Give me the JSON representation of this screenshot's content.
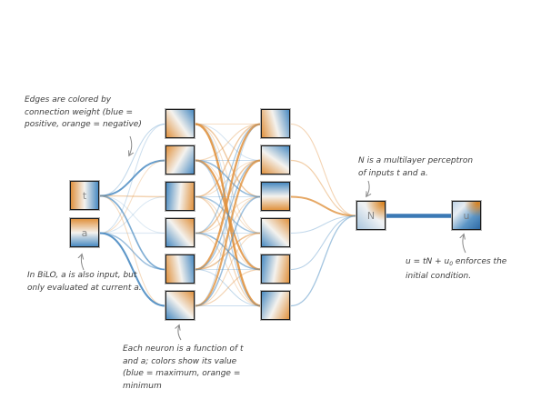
{
  "figure": {
    "description": "Neural network diagram: inputs t and a feed two hidden layers of six neurons, output N, and final u node"
  },
  "colors": {
    "positive": "#4a8bc2",
    "negative": "#e0923f",
    "connector": "#3b79b5",
    "neutral_mid": "#f4f2ee",
    "annotation_text": "#3d3d3d",
    "arrow": "#888888"
  },
  "annotations": {
    "edges_note": {
      "lines": [
        "Edges are colored by",
        "connection weight (blue =",
        "positive, orange = negative)"
      ]
    },
    "bilo_note": {
      "lines": [
        "In BiLO, a is also input, but",
        "only evaluated at current a."
      ]
    },
    "neuron_note": {
      "lines": [
        "Each neuron is a function of t",
        "and a; colors show its value",
        "(blue = maximum, orange =",
        "minimum"
      ]
    },
    "mlp_note": {
      "lines": [
        "N is a multilayer perceptron",
        "of inputs t and a."
      ]
    },
    "ic_note": {
      "line1_pre": "u = tN + u",
      "line1_sub": "0",
      "line1_post": " enforces the",
      "line2": "initial condition."
    }
  },
  "nodes": {
    "inputs": [
      {
        "id": "t",
        "label": "t",
        "gradient": {
          "angle": 90,
          "from": "negative",
          "to": "positive"
        }
      },
      {
        "id": "a",
        "label": "a",
        "gradient": {
          "angle": 180,
          "from": "negative",
          "to": "positive"
        }
      }
    ],
    "hidden1": [
      {
        "id": "h1-0",
        "gradient": {
          "angle": 55,
          "from": "negative",
          "to": "positive"
        }
      },
      {
        "id": "h1-1",
        "gradient": {
          "angle": 120,
          "from": "negative",
          "to": "positive"
        }
      },
      {
        "id": "h1-2",
        "gradient": {
          "angle": 95,
          "from": "positive",
          "to": "negative"
        }
      },
      {
        "id": "h1-3",
        "gradient": {
          "angle": 50,
          "from": "positive",
          "to": "negative"
        }
      },
      {
        "id": "h1-4",
        "gradient": {
          "angle": 80,
          "from": "negative",
          "to": "positive"
        }
      },
      {
        "id": "h1-5",
        "gradient": {
          "angle": 45,
          "from": "positive",
          "to": "negative"
        }
      }
    ],
    "hidden2": [
      {
        "id": "h2-0",
        "gradient": {
          "angle": 75,
          "from": "negative",
          "to": "positive"
        }
      },
      {
        "id": "h2-1",
        "gradient": {
          "angle": 215,
          "from": "positive",
          "to": "negative"
        }
      },
      {
        "id": "h2-2",
        "gradient": {
          "angle": 180,
          "from": "positive",
          "to": "negative"
        }
      },
      {
        "id": "h2-3",
        "gradient": {
          "angle": 45,
          "from": "positive",
          "to": "negative"
        }
      },
      {
        "id": "h2-4",
        "gradient": {
          "angle": 100,
          "from": "positive",
          "to": "negative"
        }
      },
      {
        "id": "h2-5",
        "gradient": {
          "angle": 115,
          "from": "positive",
          "to": "negative"
        }
      }
    ],
    "output": {
      "id": "N",
      "label": "N",
      "special": "node-N-fill"
    },
    "final": {
      "id": "u",
      "label": "u",
      "special": "node-u-fill"
    }
  },
  "edges": [
    [
      "t",
      "h1-0",
      "b",
      0.35,
      1.0
    ],
    [
      "t",
      "h1-1",
      "b",
      0.85,
      2.0
    ],
    [
      "t",
      "h1-2",
      "o",
      0.4,
      1.4
    ],
    [
      "t",
      "h1-3",
      "b",
      0.18,
      1.0
    ],
    [
      "t",
      "h1-4",
      "b",
      0.7,
      1.7
    ],
    [
      "t",
      "h1-5",
      "o",
      0.35,
      1.0
    ],
    [
      "a",
      "h1-0",
      "b",
      0.28,
      1.0
    ],
    [
      "a",
      "h1-1",
      "o",
      0.3,
      1.0
    ],
    [
      "a",
      "h1-2",
      "b",
      0.22,
      1.0
    ],
    [
      "a",
      "h1-3",
      "b",
      0.18,
      1.2
    ],
    [
      "a",
      "h1-4",
      "b",
      0.55,
      1.5
    ],
    [
      "a",
      "h1-5",
      "b",
      0.9,
      2.1
    ],
    [
      "h1-0",
      "h2-0",
      "o",
      0.3,
      1.0
    ],
    [
      "h1-0",
      "h2-1",
      "b",
      0.25,
      1.0
    ],
    [
      "h1-0",
      "h2-2",
      "o",
      0.5,
      1.4
    ],
    [
      "h1-0",
      "h2-3",
      "o",
      0.3,
      1.0
    ],
    [
      "h1-0",
      "h2-4",
      "b",
      0.3,
      1.0
    ],
    [
      "h1-0",
      "h2-5",
      "o",
      0.9,
      2.4
    ],
    [
      "h1-1",
      "h2-0",
      "o",
      0.35,
      1.2
    ],
    [
      "h1-1",
      "h2-1",
      "b",
      0.3,
      1.0
    ],
    [
      "h1-1",
      "h2-2",
      "b",
      0.6,
      1.6
    ],
    [
      "h1-1",
      "h2-3",
      "o",
      0.3,
      1.0
    ],
    [
      "h1-1",
      "h2-4",
      "o",
      0.85,
      2.2
    ],
    [
      "h1-1",
      "h2-5",
      "b",
      0.4,
      1.2
    ],
    [
      "h1-2",
      "h2-0",
      "o",
      0.5,
      1.4
    ],
    [
      "h1-2",
      "h2-1",
      "o",
      0.3,
      1.0
    ],
    [
      "h1-2",
      "h2-2",
      "b",
      0.28,
      1.0
    ],
    [
      "h1-2",
      "h2-3",
      "b",
      0.5,
      1.4
    ],
    [
      "h1-2",
      "h2-4",
      "o",
      0.3,
      1.0
    ],
    [
      "h1-2",
      "h2-5",
      "o",
      0.4,
      1.2
    ],
    [
      "h1-3",
      "h2-0",
      "b",
      0.45,
      1.3
    ],
    [
      "h1-3",
      "h2-1",
      "o",
      0.5,
      1.5
    ],
    [
      "h1-3",
      "h2-2",
      "o",
      0.3,
      1.0
    ],
    [
      "h1-3",
      "h2-3",
      "b",
      0.25,
      1.0
    ],
    [
      "h1-3",
      "h2-4",
      "b",
      0.6,
      1.6
    ],
    [
      "h1-3",
      "h2-5",
      "o",
      0.3,
      1.0
    ],
    [
      "h1-4",
      "h2-0",
      "o",
      0.85,
      2.3
    ],
    [
      "h1-4",
      "h2-1",
      "b",
      0.5,
      1.4
    ],
    [
      "h1-4",
      "h2-2",
      "o",
      0.35,
      1.0
    ],
    [
      "h1-4",
      "h2-3",
      "o",
      0.55,
      1.5
    ],
    [
      "h1-4",
      "h2-4",
      "b",
      0.25,
      1.0
    ],
    [
      "h1-4",
      "h2-5",
      "b",
      0.35,
      1.0
    ],
    [
      "h1-5",
      "h2-0",
      "b",
      0.3,
      1.0
    ],
    [
      "h1-5",
      "h2-1",
      "o",
      0.8,
      2.2
    ],
    [
      "h1-5",
      "h2-2",
      "b",
      0.55,
      1.5
    ],
    [
      "h1-5",
      "h2-3",
      "o",
      0.35,
      1.0
    ],
    [
      "h1-5",
      "h2-4",
      "o",
      0.4,
      1.2
    ],
    [
      "h1-5",
      "h2-5",
      "b",
      0.3,
      1.0
    ],
    [
      "h2-0",
      "N",
      "o",
      0.4,
      1.1
    ],
    [
      "h2-1",
      "N",
      "o",
      0.45,
      1.2
    ],
    [
      "h2-2",
      "N",
      "o",
      0.8,
      2.0
    ],
    [
      "h2-3",
      "N",
      "b",
      0.35,
      1.0
    ],
    [
      "h2-4",
      "N",
      "b",
      0.4,
      1.1
    ],
    [
      "h2-5",
      "N",
      "b",
      0.5,
      1.3
    ],
    [
      "N",
      "u",
      "c",
      1.0,
      4.5
    ]
  ]
}
